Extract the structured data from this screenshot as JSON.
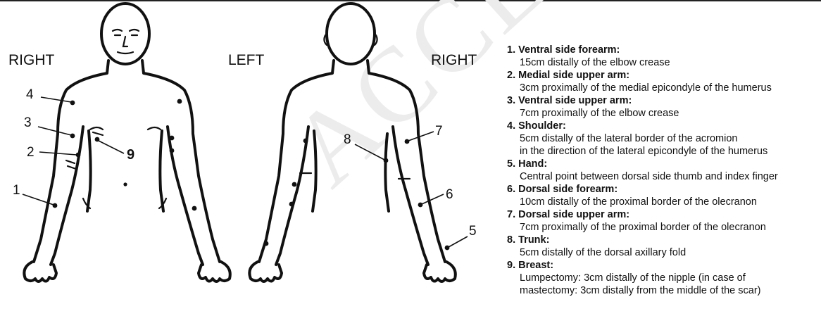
{
  "figure": {
    "label_right_front": "RIGHT",
    "label_left": "LEFT",
    "label_right_back": "RIGHT",
    "markers": {
      "m1": "1",
      "m2": "2",
      "m3": "3",
      "m4": "4",
      "m5": "5",
      "m6": "6",
      "m7": "7",
      "m8": "8",
      "m9": "9"
    }
  },
  "legend": {
    "items": [
      {
        "title": "1. Ventral side forearm:",
        "desc": [
          "15cm distally of the elbow crease"
        ]
      },
      {
        "title": "2. Medial side upper arm:",
        "desc": [
          "3cm proximally of the medial epicondyle of the humerus"
        ]
      },
      {
        "title": "3. Ventral side upper arm:",
        "desc": [
          "7cm proximally of the elbow crease"
        ]
      },
      {
        "title": "4. Shoulder:",
        "desc": [
          "5cm distally of the lateral border of the acromion",
          "in the direction of the lateral epicondyle of the humerus"
        ]
      },
      {
        "title": "5. Hand:",
        "desc": [
          "Central point between dorsal side thumb and index finger"
        ]
      },
      {
        "title": "6. Dorsal side forearm:",
        "desc": [
          "10cm distally of the proximal border of the olecranon"
        ]
      },
      {
        "title": "7. Dorsal side upper arm:",
        "desc": [
          "7cm proximally of the proximal border of the olecranon"
        ]
      },
      {
        "title": "8. Trunk:",
        "desc": [
          "5cm distally of the dorsal axillary fold"
        ]
      },
      {
        "title": "9. Breast:",
        "desc": [
          "Lumpectomy: 3cm distally of the nipple (in case of",
          "mastectomy: 3cm distally from the middle of the scar)"
        ]
      }
    ]
  }
}
